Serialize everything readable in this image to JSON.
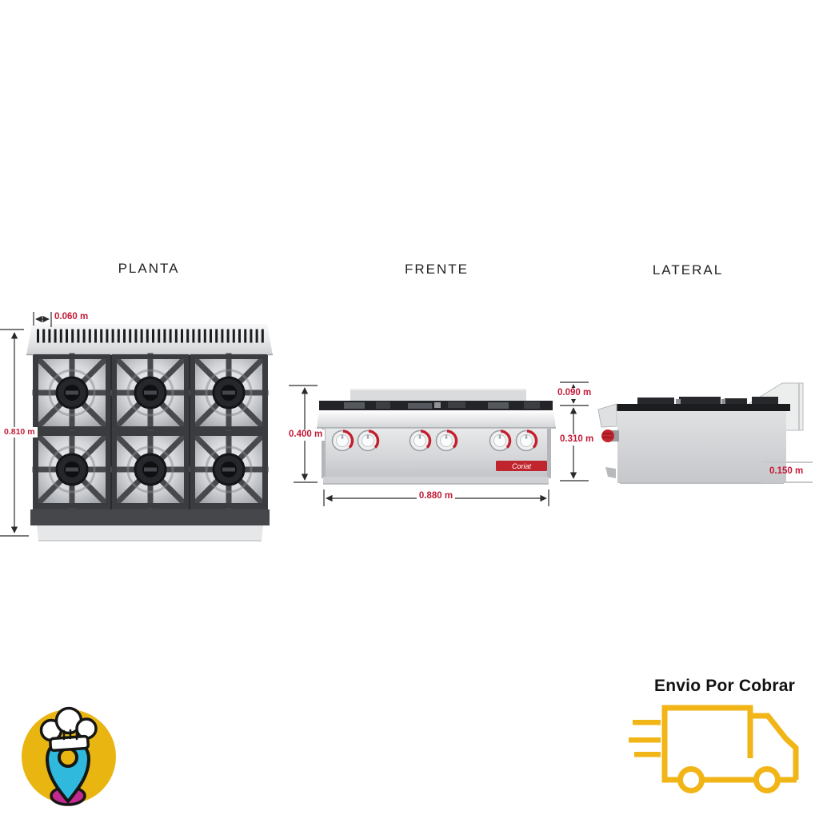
{
  "views": {
    "planta": {
      "label": "PLANTA",
      "dims": {
        "hood_offset": "0.060 m",
        "depth": "0.810 m"
      }
    },
    "frente": {
      "label": "FRENTE",
      "brand": "Coriat",
      "dims": {
        "total_height": "0.400 m",
        "backsplash_height": "0.090 m",
        "body_height": "0.310 m",
        "width": "0.880 m"
      }
    },
    "lateral": {
      "label": "LATERAL",
      "dims": {
        "base_height": "0.150 m"
      }
    }
  },
  "product": {
    "burner_count": 6,
    "knob_count": 6
  },
  "shipping": {
    "title": "Envio Por Cobrar",
    "icon": "delivery-truck-icon"
  },
  "logo": {
    "icon": "chef-hat-location-pin-logo"
  },
  "colors": {
    "dim_text": "#c41a38",
    "label_text": "#232323",
    "shipping_text": "#121212",
    "truck_yellow": "#f2b517",
    "logo_yellow": "#e9b611",
    "pin_cyan": "#2fb9dc",
    "pin_magenta": "#c32a90",
    "brand_red": "#c0242c"
  }
}
